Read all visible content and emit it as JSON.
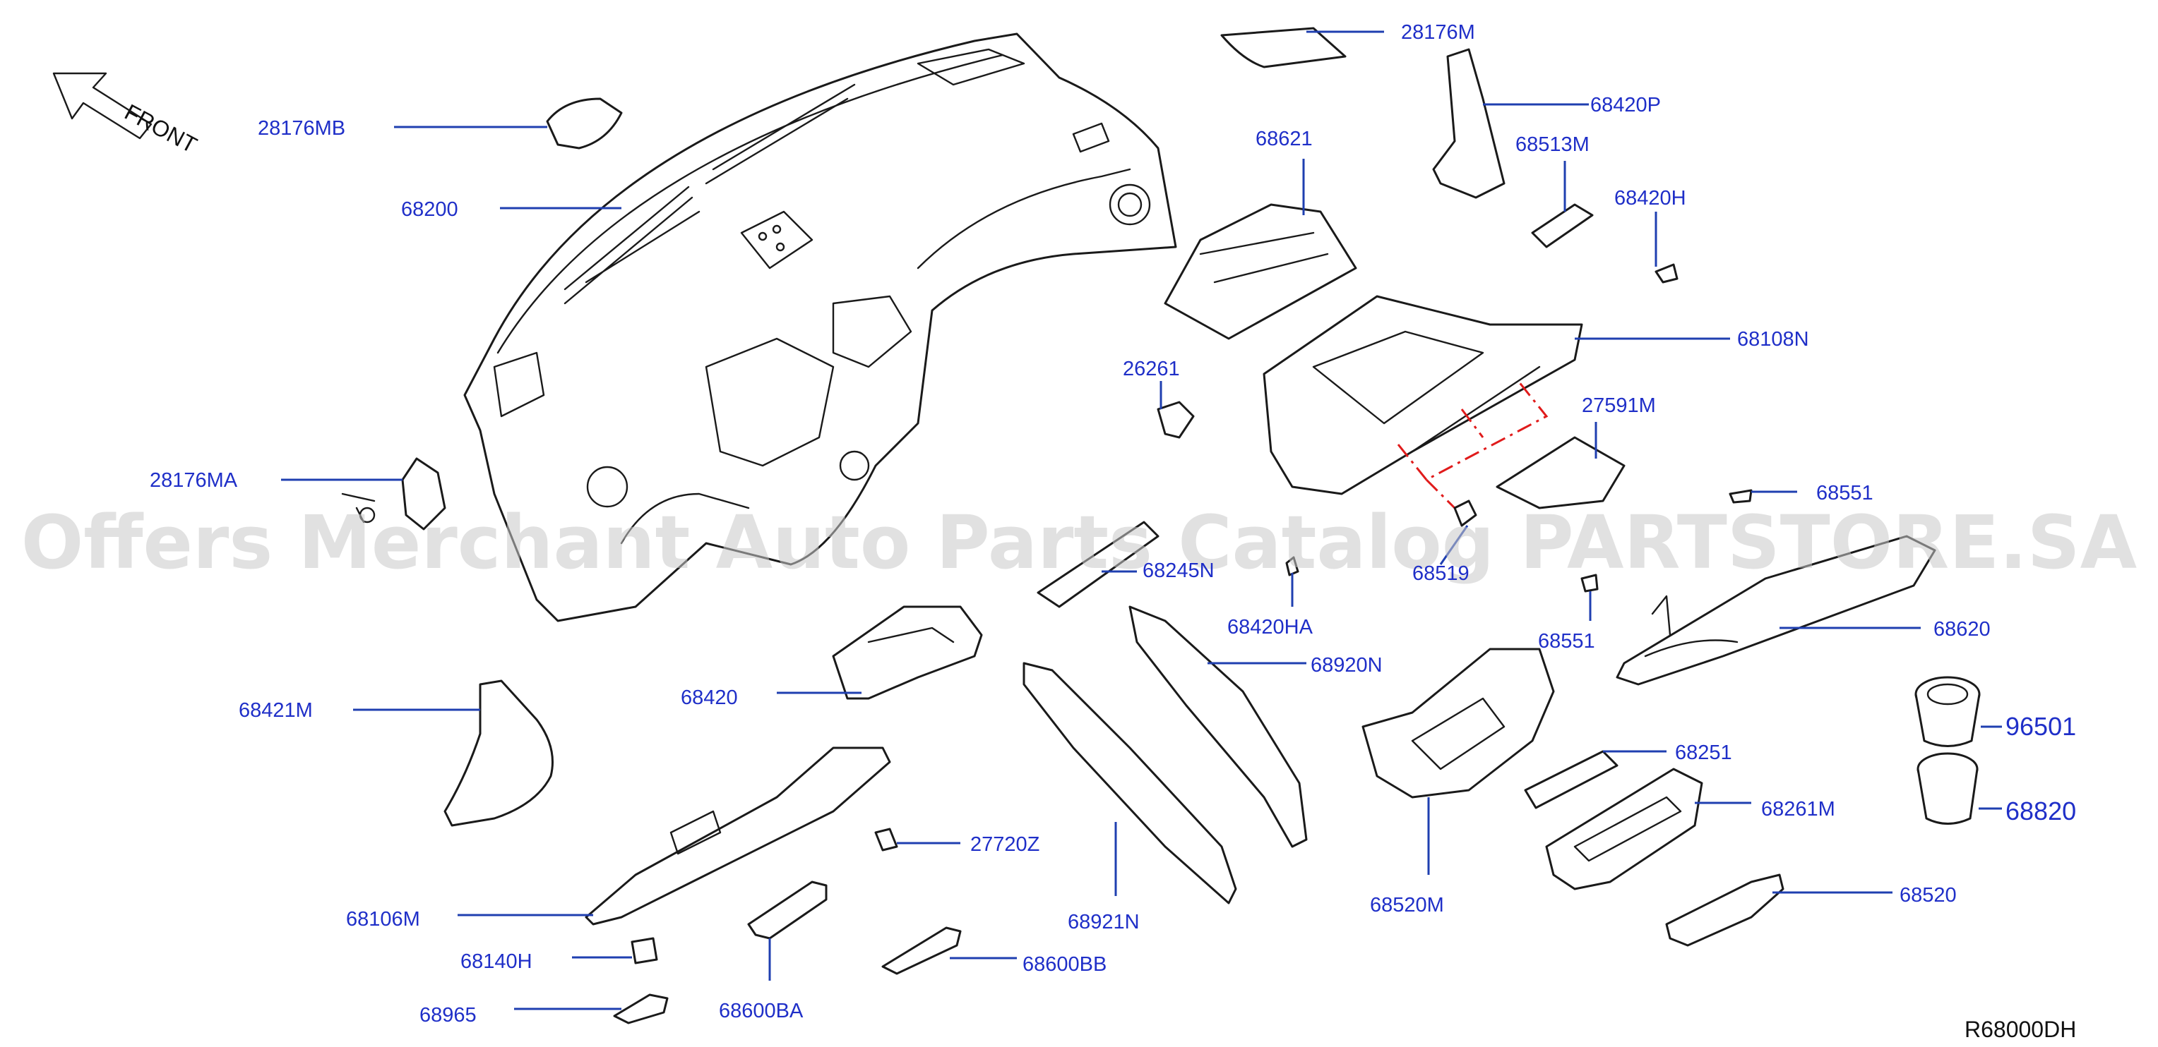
{
  "front_arrow_label": "FRONT",
  "diagram_ref": "R68000DH",
  "watermark": "Offers Merchant Auto Parts Catalog PARTSTORE.SA",
  "callouts": {
    "c_28176MB": "28176MB",
    "c_68200": "68200",
    "c_28176MA": "28176MA",
    "c_28176M": "28176M",
    "c_68420P": "68420P",
    "c_68621": "68621",
    "c_68513M": "68513M",
    "c_68420H": "68420H",
    "c_68108N": "68108N",
    "c_26261": "26261",
    "c_27591M": "27591M",
    "c_68551_a": "68551",
    "c_68245N": "68245N",
    "c_68420HA": "68420HA",
    "c_68519": "68519",
    "c_68551_b": "68551",
    "c_68620": "68620",
    "c_68421M": "68421M",
    "c_68420": "68420",
    "c_68920N": "68920N",
    "c_96501": "96501",
    "c_68251": "68251",
    "c_68261M": "68261M",
    "c_68820": "68820",
    "c_27720Z": "27720Z",
    "c_68106M": "68106M",
    "c_68921N": "68921N",
    "c_68520M": "68520M",
    "c_68520": "68520",
    "c_68140H": "68140H",
    "c_68600BB": "68600BB",
    "c_68965": "68965",
    "c_68600BA": "68600BA"
  },
  "colors": {
    "label": "#1f2fc8",
    "leader": "#1f3fb0",
    "outline": "#1a1a1a",
    "installation_dashed": "#e01b1b",
    "watermark": "#c9c9c9"
  }
}
